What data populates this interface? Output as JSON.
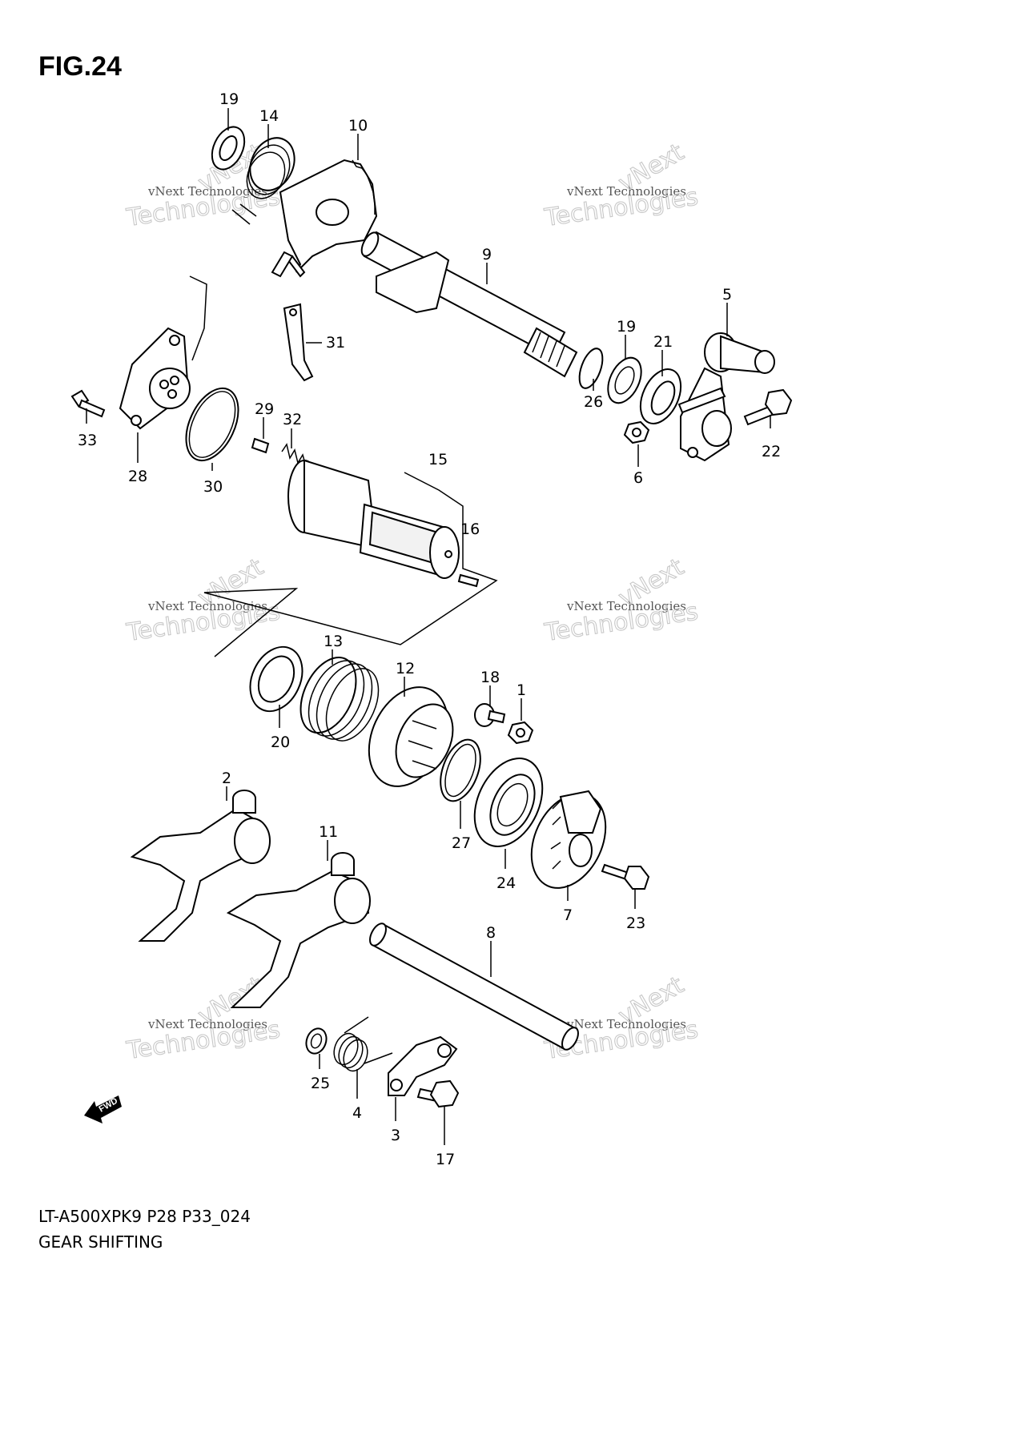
{
  "figure": {
    "title": "FIG.24",
    "model_code": "LT-A500XPK9 P28 P33_024",
    "section_name": "GEAR SHIFTING"
  },
  "watermark": {
    "small": "vNext Technologies",
    "large": "Technologies",
    "tilted": "vNext"
  },
  "fwd_arrow": {
    "label": "FWD"
  },
  "callouts": [
    "19",
    "14",
    "10",
    "9",
    "31",
    "5",
    "19",
    "21",
    "26",
    "6",
    "22",
    "33",
    "28",
    "30",
    "29",
    "32",
    "15",
    "16",
    "13",
    "12",
    "18",
    "1",
    "20",
    "27",
    "2",
    "11",
    "24",
    "7",
    "23",
    "8",
    "25",
    "4",
    "3",
    "17"
  ],
  "colors": {
    "line": "#000000",
    "background": "#ffffff",
    "watermark": "#c8c8c8"
  }
}
